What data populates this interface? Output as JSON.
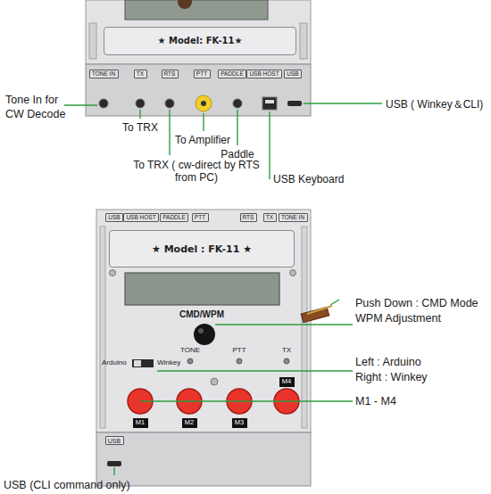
{
  "diagram": {
    "nodes": [
      {
        "text": [
          "★ Model: FK-11★"
        ]
      },
      {
        "text": [
          "TONE IN"
        ]
      },
      {
        "text": [
          "TX"
        ]
      },
      {
        "text": [
          "RTS"
        ]
      },
      {
        "text": [
          "PTT"
        ]
      },
      {
        "text": [
          "PADDLE"
        ]
      },
      {
        "text": [
          "USB HOST"
        ]
      },
      {
        "text": [
          "USB"
        ]
      },
      {
        "text": [
          "USB"
        ]
      },
      {
        "text": [
          "USB HOST"
        ]
      },
      {
        "text": [
          "PADDLE"
        ]
      },
      {
        "text": [
          "PTT"
        ]
      },
      {
        "text": [
          "RTS"
        ]
      },
      {
        "text": [
          "TX"
        ]
      },
      {
        "text": [
          "TONE IN"
        ]
      },
      {
        "text": [
          "★ Model : FK-11 ★"
        ]
      },
      {
        "text": [
          "M1"
        ]
      },
      {
        "text": [
          "M2"
        ]
      },
      {
        "text": [
          "M3"
        ]
      },
      {
        "text": [
          "M4"
        ]
      },
      {
        "text": [
          "USB"
        ]
      }
    ],
    "labels": [
      "Tone In for CW Decode",
      "To TRX",
      "To Amplifier",
      "Paddle",
      "To TRX ( cw-direct by RTS from PC)",
      "USB Keyboard",
      "USB ( Winkey＆CLI)",
      "CMD/WPM",
      "Push Down : CMD Mode WPM Adjustment",
      "TONE",
      "PTT",
      "TX",
      "Arduino",
      "Winkey",
      "Left : Arduino Right : Winkey",
      "M1 - M4",
      "USB (CLI command only)"
    ]
  }
}
